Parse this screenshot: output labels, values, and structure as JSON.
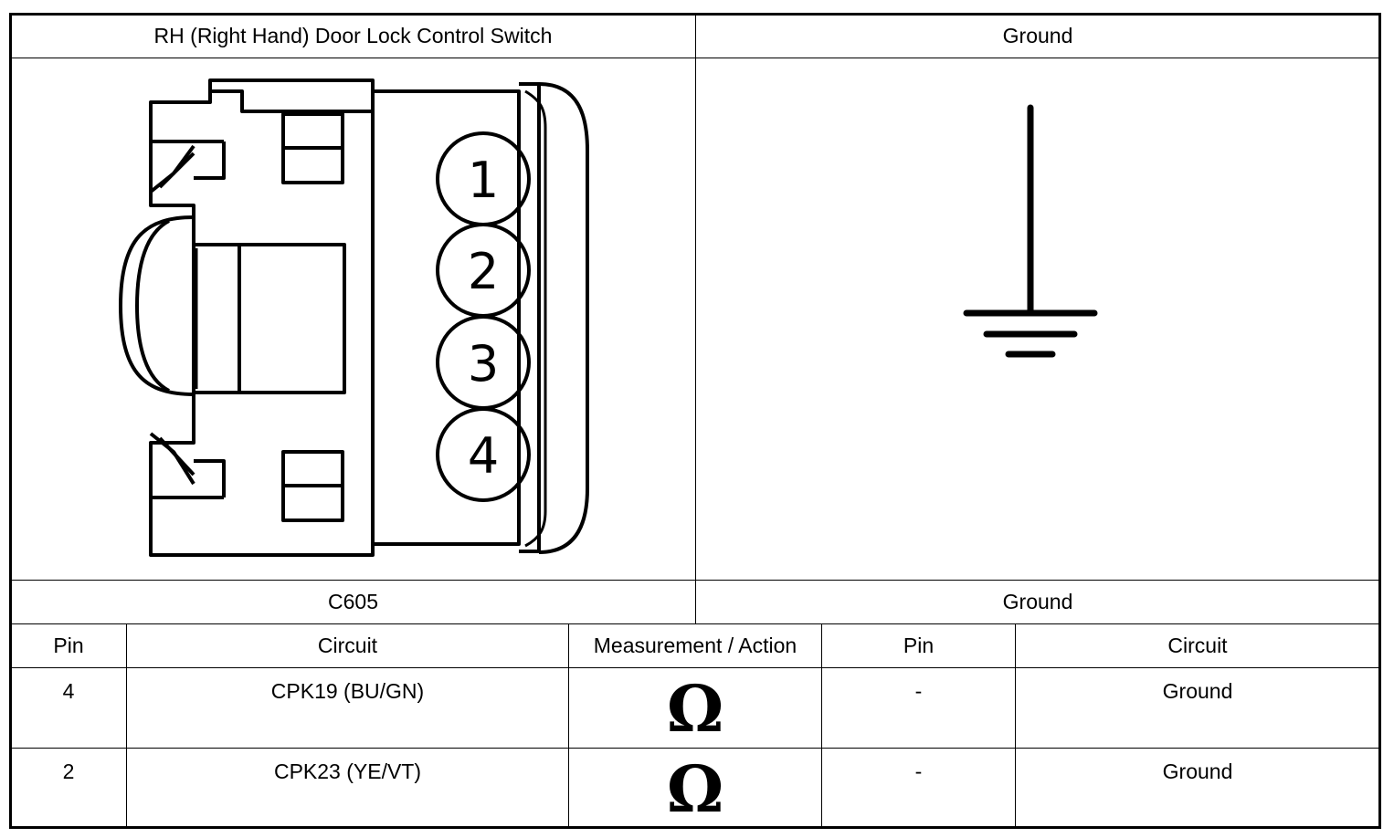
{
  "header": {
    "left_title": "RH (Right Hand) Door Lock Control Switch",
    "right_title": "Ground"
  },
  "connector": {
    "pins": [
      "1",
      "2",
      "3",
      "4"
    ],
    "icon": "connector-4-pin-diagram"
  },
  "ground_symbol": {
    "icon": "ground-symbol-icon"
  },
  "subheader": {
    "left_label": "C605",
    "right_label": "Ground"
  },
  "table": {
    "columns": [
      "Pin",
      "Circuit",
      "Measurement / Action",
      "Pin",
      "Circuit"
    ],
    "rows": [
      {
        "pin_a": "4",
        "circuit_a": "CPK19 (BU/GN)",
        "action": "Ω",
        "pin_b": "-",
        "circuit_b": "Ground"
      },
      {
        "pin_a": "2",
        "circuit_a": "CPK23 (YE/VT)",
        "action": "Ω",
        "pin_b": "-",
        "circuit_b": "Ground"
      }
    ]
  }
}
